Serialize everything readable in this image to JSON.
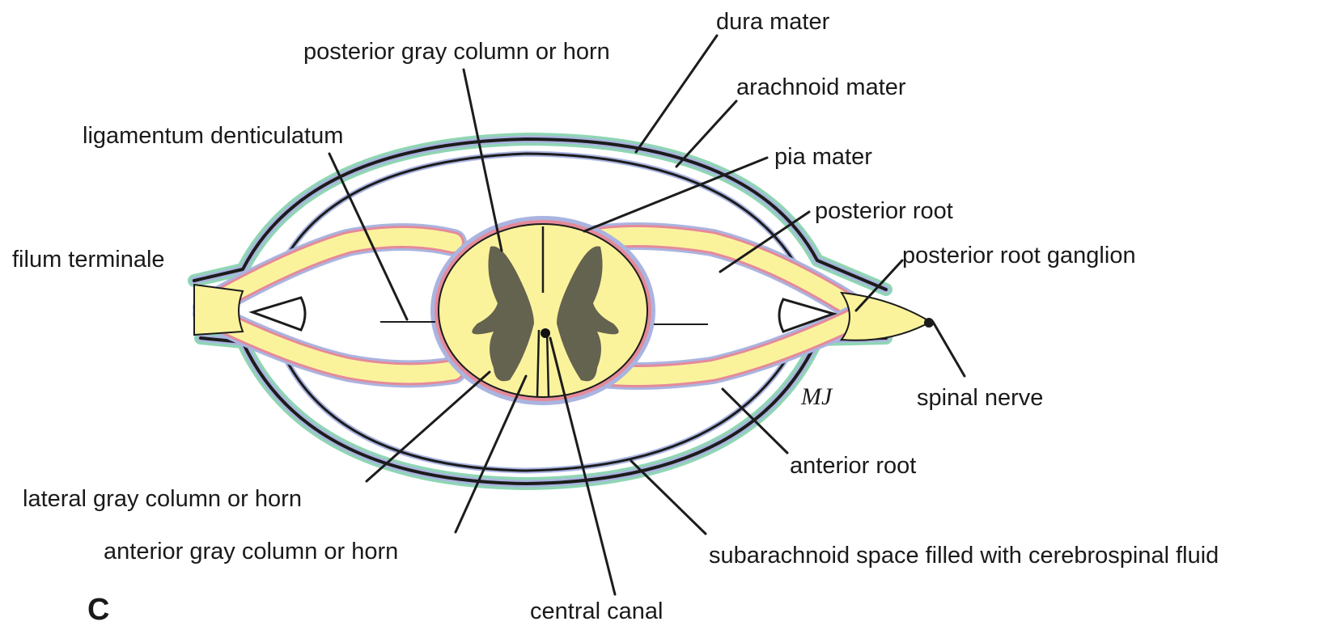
{
  "panel_letter": "C",
  "labels": {
    "dura_mater": "dura mater",
    "posterior_gray_column": "posterior gray column or horn",
    "arachnoid_mater": "arachnoid mater",
    "ligamentum_denticulatum": "ligamentum denticulatum",
    "pia_mater": "pia mater",
    "posterior_root": "posterior root",
    "filum_terminale": "filum terminale",
    "posterior_root_ganglion": "posterior root ganglion",
    "spinal_nerve": "spinal nerve",
    "anterior_root": "anterior root",
    "lateral_gray_column": "lateral gray column or horn",
    "anterior_gray_column": "anterior gray column or horn",
    "subarachnoid_space": "subarachnoid space filled with cerebrospinal fluid",
    "central_canal": "central canal"
  },
  "colors": {
    "dura": "#1c1c1c",
    "arachnoid_tint": "#aab4e0",
    "dura_tint": "#8fd6b4",
    "pia_tint": "#e58a9a",
    "nerve_tissue": "#fbf39c",
    "gray_matter": "#1a1a1a"
  }
}
